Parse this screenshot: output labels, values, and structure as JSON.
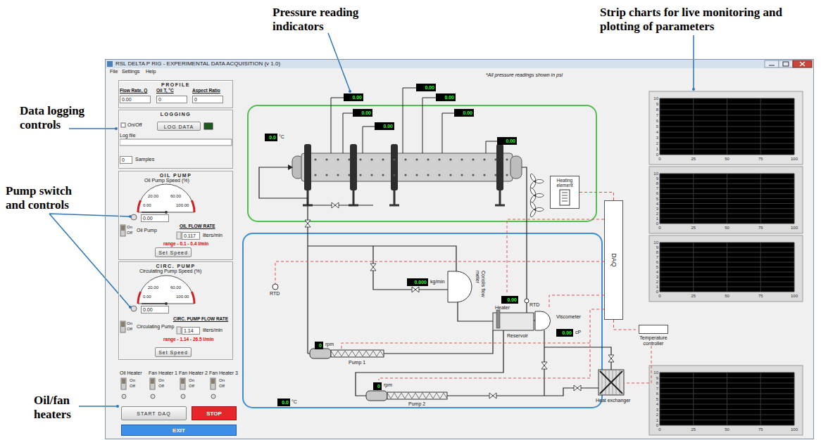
{
  "diagram": {
    "nodes": [
      {
        "text": [
          "RSL DELTA P RIG - EXPERIMENTAL DATA ACQUISITION (v 1.0)"
        ]
      },
      {
        "text": [
          "PROFILE"
        ],
        "in": 0
      },
      {
        "text": [
          "LOGGING"
        ],
        "in": 0
      },
      {
        "text": [
          "LOG DATA"
        ],
        "in": 2
      },
      {
        "text": [
          "OIL PUMP"
        ],
        "in": 0
      },
      {
        "text": [
          "Set Speed"
        ],
        "in": 4
      },
      {
        "text": [
          "CIRC. PUMP"
        ],
        "in": 0
      },
      {
        "text": [
          "Set Speed"
        ],
        "in": 6
      },
      {
        "text": [
          "START DAQ"
        ],
        "in": 0
      },
      {
        "text": [
          "STOP"
        ],
        "in": 0
      },
      {
        "text": [
          "EXIT"
        ],
        "in": 0
      },
      {
        "text": [
          "Heating element"
        ],
        "in": 0
      },
      {
        "text": [
          "DAQ"
        ],
        "in": 0
      },
      {
        "text": [
          "Temperature controller"
        ],
        "in": 0
      }
    ],
    "edges": [
      {
        "from": 11,
        "to": 12,
        "arrow": "none"
      },
      {
        "from": 12,
        "to": 13,
        "arrow": "none"
      }
    ],
    "labels": [
      "Pressure reading indicators",
      "Strip charts for live monitoring and plotting of parameters",
      "Data logging controls",
      "Pump switch and controls",
      "Oil/fan heaters",
      "File",
      "Settings",
      "Help",
      "Flow Rate, Q",
      "Oil T, °C",
      "Aspect Ratio",
      "0.00",
      "0",
      "0",
      "On/Off",
      "Log file",
      "0",
      "Samples",
      "Oil Pump Speed (%)",
      "20.00",
      "60.00",
      "0.00",
      "100.00",
      "0.00",
      "On",
      "Off",
      "Oil Pump",
      "OIL FLOW RATE",
      "0.117",
      "liters/min",
      "range - 0.1 - 0.4 l/min",
      "Circulating Pump Speed (%)",
      "20.00",
      "60.00",
      "0.00",
      "100.00",
      "0.00",
      "On",
      "Off",
      "Circulating Pump",
      "CIRC. PUMP FLOW RATE",
      "1.14",
      "liters/min",
      "range - 1.14 - 26.5 l/min",
      "Oil Heater",
      "On",
      "Off",
      "Fan Heater 1",
      "On",
      "Off",
      "Fan Heater 2",
      "On",
      "Off",
      "Fan Heater 3",
      "On",
      "Off",
      "*All pressure readings shown in psi",
      "0.00",
      "0.00",
      "0.00",
      "0.00",
      "0.00",
      "0.00",
      "0.00",
      "0.0",
      "°C",
      "0.000",
      "kg/min",
      "Coriolis flow meter",
      "RTD",
      "0.00",
      "RTD",
      "Heater",
      "Reservoir",
      "Viscometer",
      "0.00",
      "cP",
      "0",
      "rpm",
      "Pump 1",
      "0",
      "rpm",
      "Pump 2",
      "Heat exchanger",
      "0.0",
      "°C",
      "10",
      "9",
      "8",
      "7",
      "6",
      "5",
      "4",
      "3",
      "2",
      "1",
      "0",
      "0",
      "25",
      "50",
      "75",
      "100",
      "10",
      "9",
      "8",
      "7",
      "6",
      "5",
      "4",
      "3",
      "2",
      "1",
      "0",
      "0",
      "25",
      "50",
      "75",
      "100",
      "10",
      "9",
      "8",
      "7",
      "6",
      "5",
      "4",
      "3",
      "2",
      "1",
      "0",
      "0",
      "25",
      "50",
      "75",
      "100",
      "10",
      "9",
      "8",
      "7",
      "6",
      "5",
      "4",
      "3",
      "2",
      "1",
      "0",
      "0",
      "25",
      "50",
      "75",
      "100"
    ]
  }
}
